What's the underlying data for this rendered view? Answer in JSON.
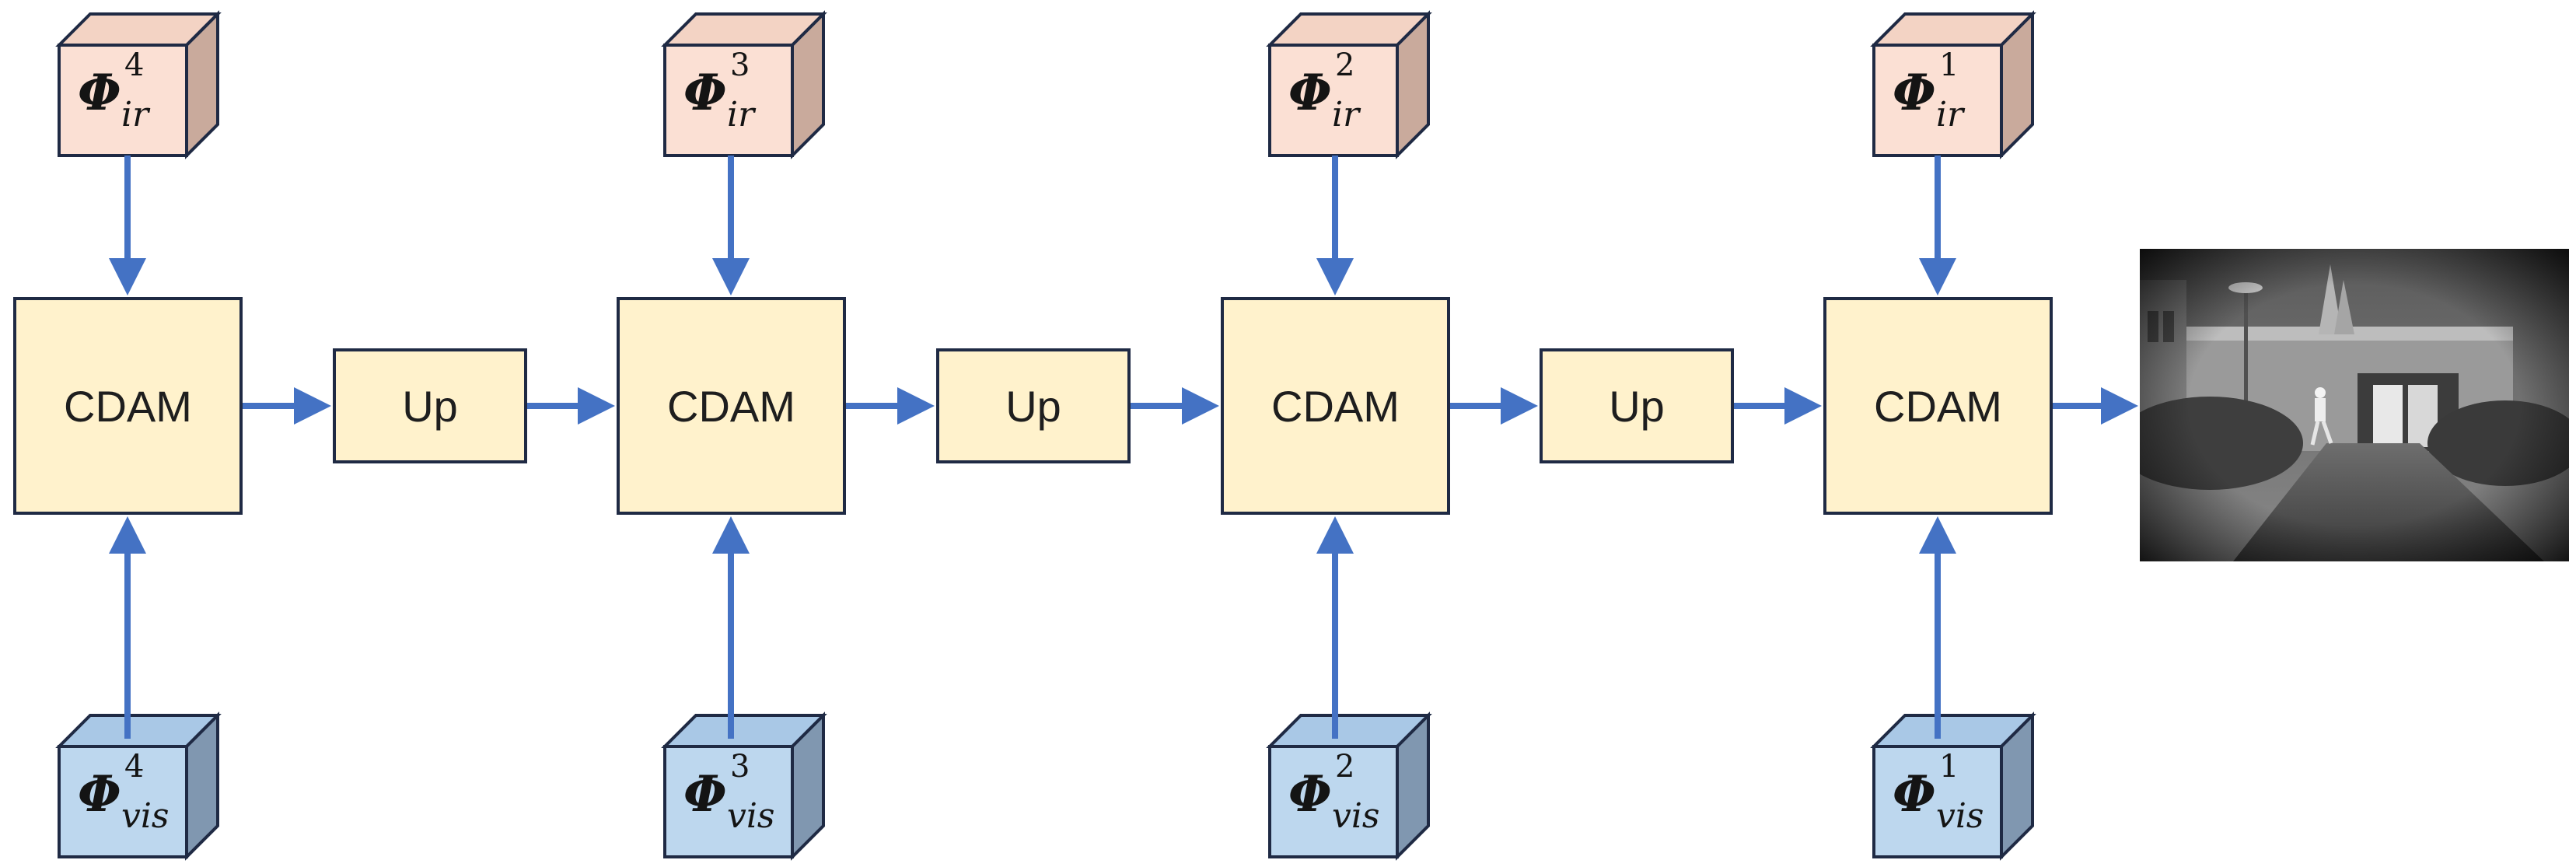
{
  "stages": [
    {
      "cdam_label": "CDAM",
      "ir": {
        "symbol": "Φ",
        "sup": "4",
        "sub": "ir"
      },
      "vis": {
        "symbol": "Φ",
        "sup": "4",
        "sub": "vis"
      }
    },
    {
      "cdam_label": "CDAM",
      "ir": {
        "symbol": "Φ",
        "sup": "3",
        "sub": "ir"
      },
      "vis": {
        "symbol": "Φ",
        "sup": "3",
        "sub": "vis"
      }
    },
    {
      "cdam_label": "CDAM",
      "ir": {
        "symbol": "Φ",
        "sup": "2",
        "sub": "ir"
      },
      "vis": {
        "symbol": "Φ",
        "sup": "2",
        "sub": "vis"
      }
    },
    {
      "cdam_label": "CDAM",
      "ir": {
        "symbol": "Φ",
        "sup": "1",
        "sub": "ir"
      },
      "vis": {
        "symbol": "Φ",
        "sup": "1",
        "sub": "vis"
      }
    }
  ],
  "up_labels": [
    "Up",
    "Up",
    "Up"
  ],
  "colors": {
    "cdam_fill": "#fff2cc",
    "ir_cube_fill": "#fbe0d4",
    "vis_cube_fill": "#bdd7ee",
    "arrow": "#4472c4",
    "border": "#1f2a44"
  }
}
